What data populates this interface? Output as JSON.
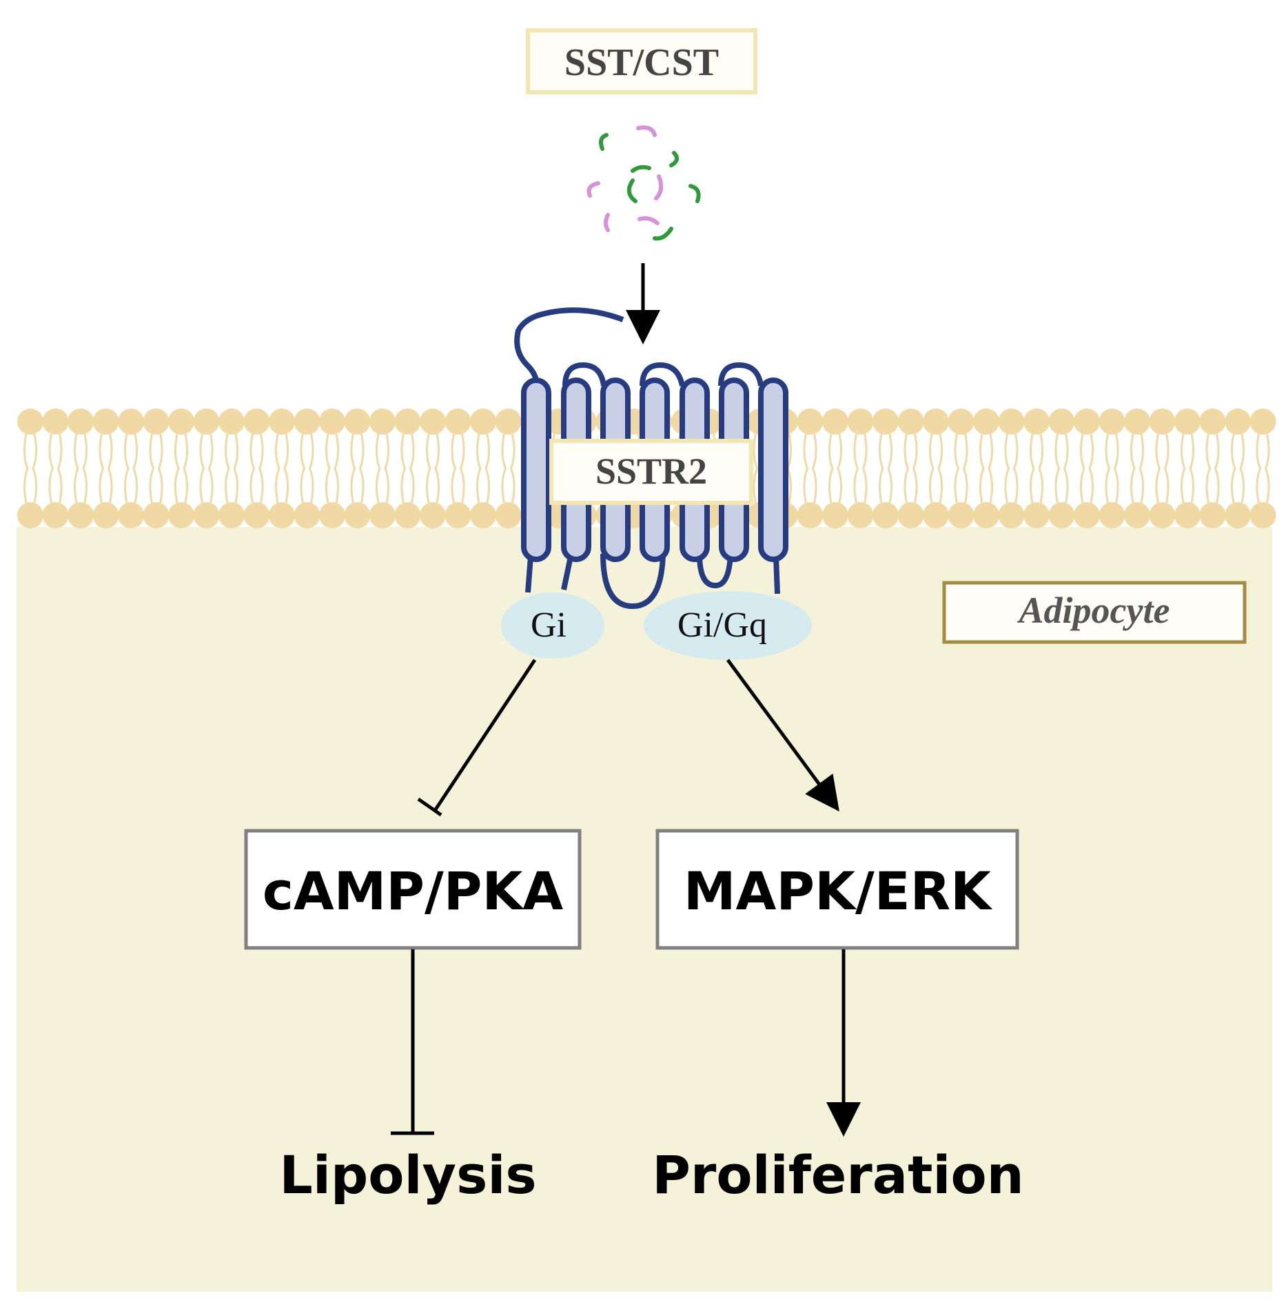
{
  "ligand": {
    "label": "SST/CST"
  },
  "receptor": {
    "label": "SSTR2"
  },
  "cell": {
    "label": "Adipocyte"
  },
  "g_proteins": {
    "left": "Gi",
    "right": "Gi/Gq"
  },
  "pathways": {
    "left": "cAMP/PKA",
    "right": "MAPK/ERK"
  },
  "outcomes": {
    "left": "Lipolysis",
    "right": "Proliferation"
  },
  "colors": {
    "cytoplasm": "#f4f2d8",
    "lipid_head": "#f0d9a4",
    "receptor_stroke": "#263b80",
    "receptor_fill": "#c9d0e6",
    "g_protein": "#d6ebef",
    "ligand_green": "#2e9a3a",
    "ligand_pink": "#d691d8",
    "label_box_border": "#f3e6b0",
    "cell_box_border": "#a58a44",
    "pathway_box_border": "#808080"
  }
}
